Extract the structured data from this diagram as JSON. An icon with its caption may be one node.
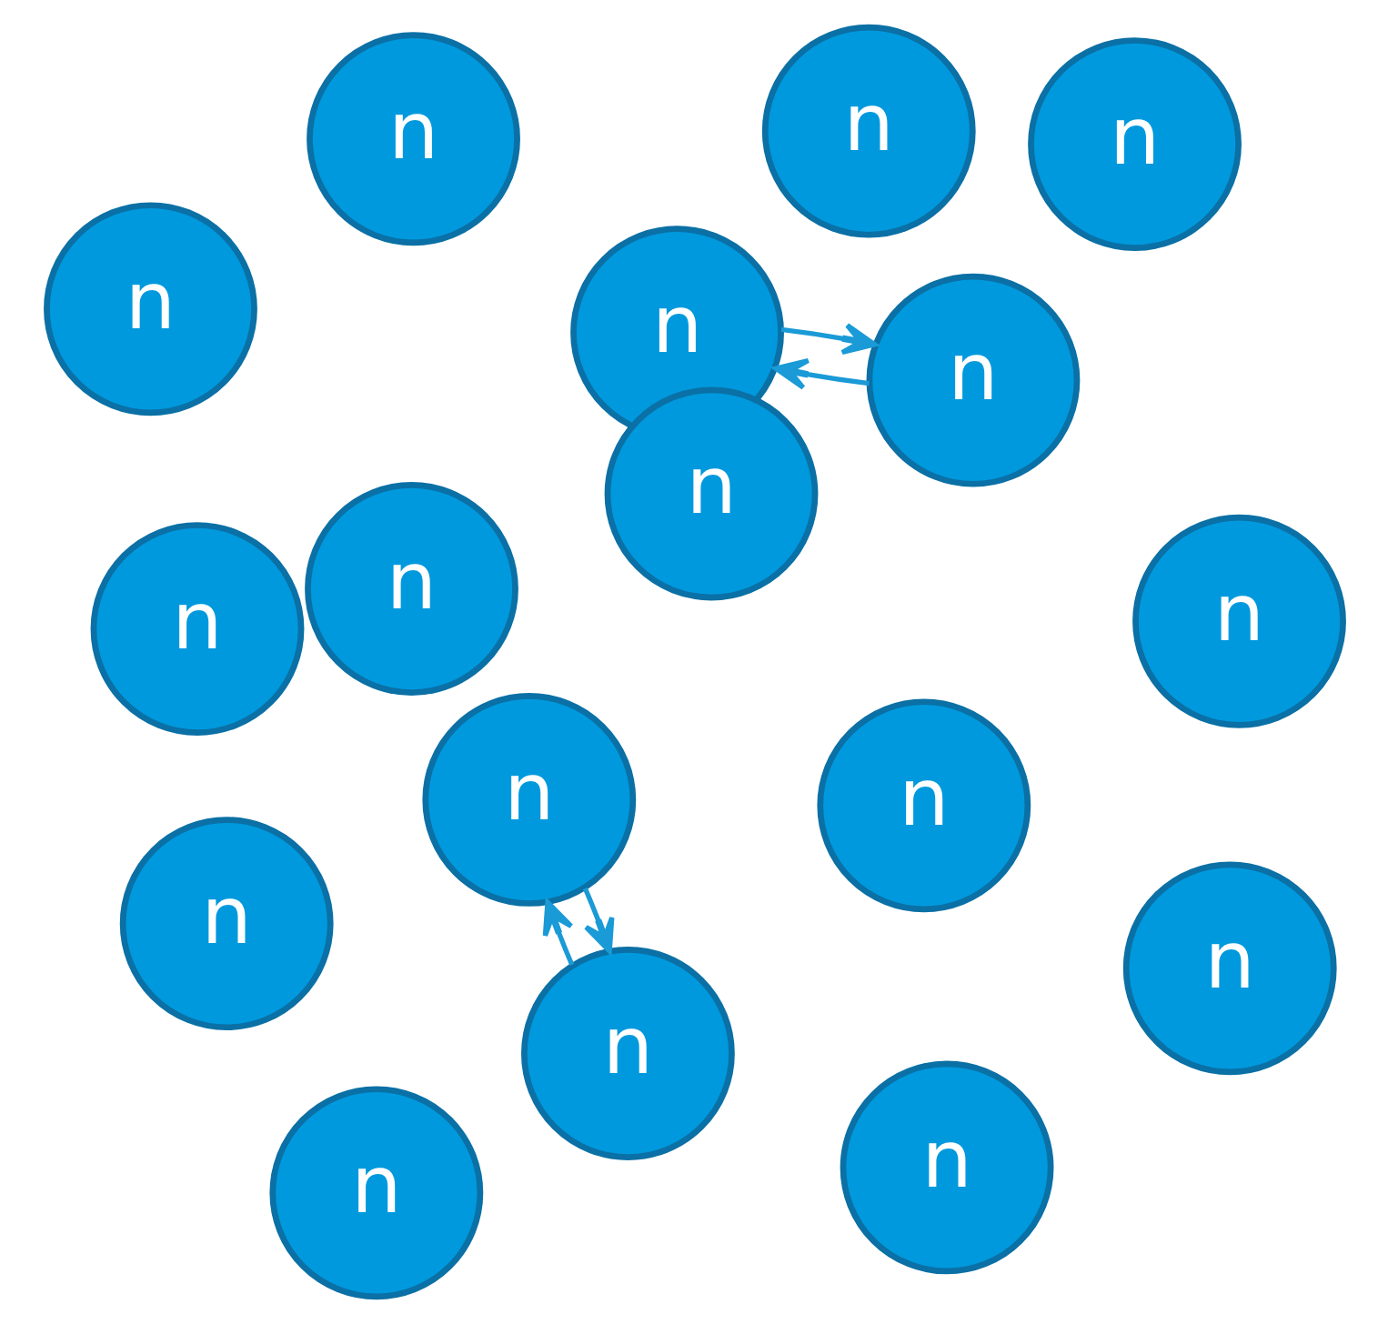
{
  "diagram": {
    "nodes": [
      {
        "text": [
          "n"
        ]
      },
      {
        "text": [
          "n"
        ]
      },
      {
        "text": [
          "n"
        ]
      },
      {
        "text": [
          "n"
        ]
      },
      {
        "text": [
          "n"
        ]
      },
      {
        "text": [
          "n"
        ]
      },
      {
        "text": [
          "n"
        ]
      },
      {
        "text": [
          "n"
        ]
      },
      {
        "text": [
          "n"
        ]
      },
      {
        "text": [
          "n"
        ]
      },
      {
        "text": [
          "n"
        ]
      },
      {
        "text": [
          "n"
        ]
      },
      {
        "text": [
          "n"
        ]
      },
      {
        "text": [
          "n"
        ]
      },
      {
        "text": [
          "n"
        ]
      },
      {
        "text": [
          "n"
        ]
      },
      {
        "text": [
          "n"
        ]
      }
    ],
    "edges": [
      {
        "from": 0,
        "to": 8,
        "arrow": "to"
      },
      {
        "from": 8,
        "to": 0,
        "arrow": "to"
      },
      {
        "from": 12,
        "to": 4,
        "arrow": "to"
      },
      {
        "from": 4,
        "to": 12,
        "arrow": "to"
      }
    ]
  }
}
